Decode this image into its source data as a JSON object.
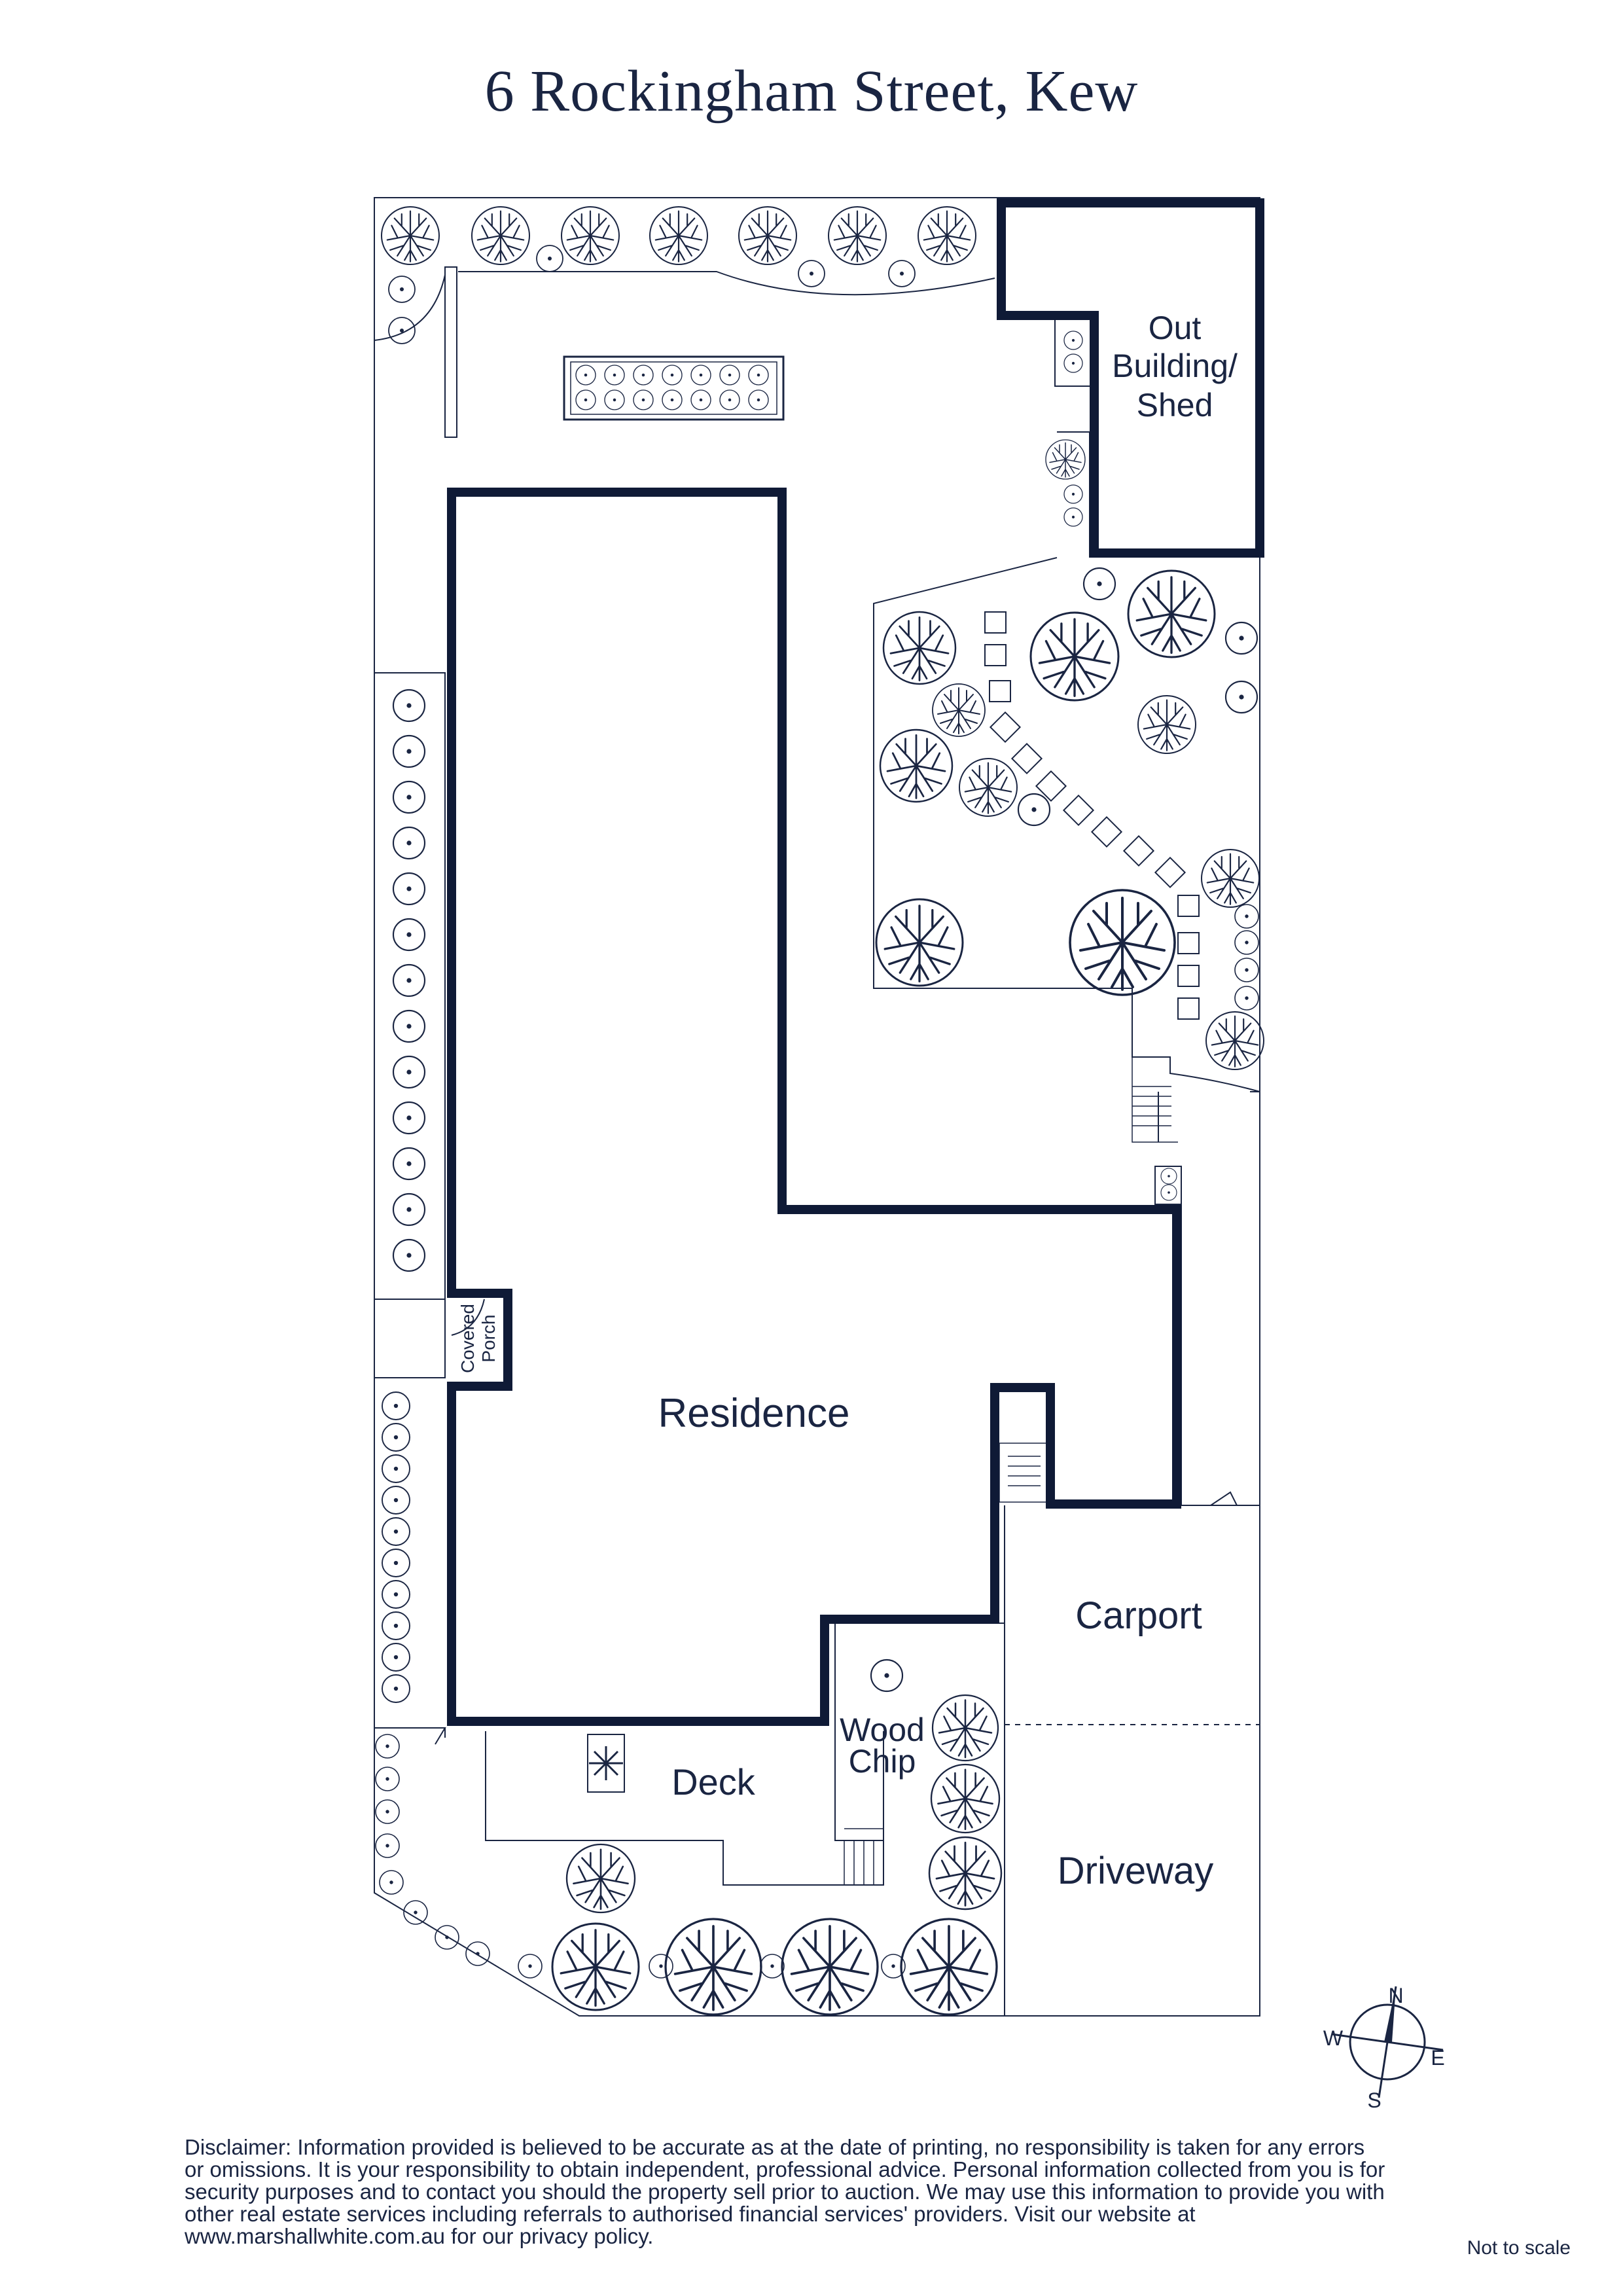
{
  "title": "6 Rockingham Street, Kew",
  "labels": {
    "outbuilding": [
      "Out",
      "Building/",
      "Shed"
    ],
    "residence": "Residence",
    "covered_porch": [
      "Covered",
      "Porch"
    ],
    "carport": "Carport",
    "wood_chip": [
      "Wood",
      "Chip"
    ],
    "deck": "Deck",
    "driveway": "Driveway"
  },
  "compass": {
    "n": "N",
    "s": "S",
    "e": "E",
    "w": "W"
  },
  "disclaimer": "Disclaimer: Information provided is believed to be accurate as at the date of printing, no responsibility is taken for any errors or omissions. It is your responsibility to obtain independent, professional advice. Personal information collected from you is for security purposes and to contact you should the property sell prior to auction. We may use this information to provide you with other real estate services including referrals to authorised financial services' providers. Visit our website at www.marshallwhite.com.au for our privacy policy.",
  "not_to_scale": "Not to scale",
  "colors": {
    "ink": "#1a2542",
    "wall": "#0f1a36"
  },
  "icons": [
    "tree-icon",
    "shrub-icon",
    "stepping-stone-icon",
    "stairs-icon",
    "compass-icon"
  ]
}
